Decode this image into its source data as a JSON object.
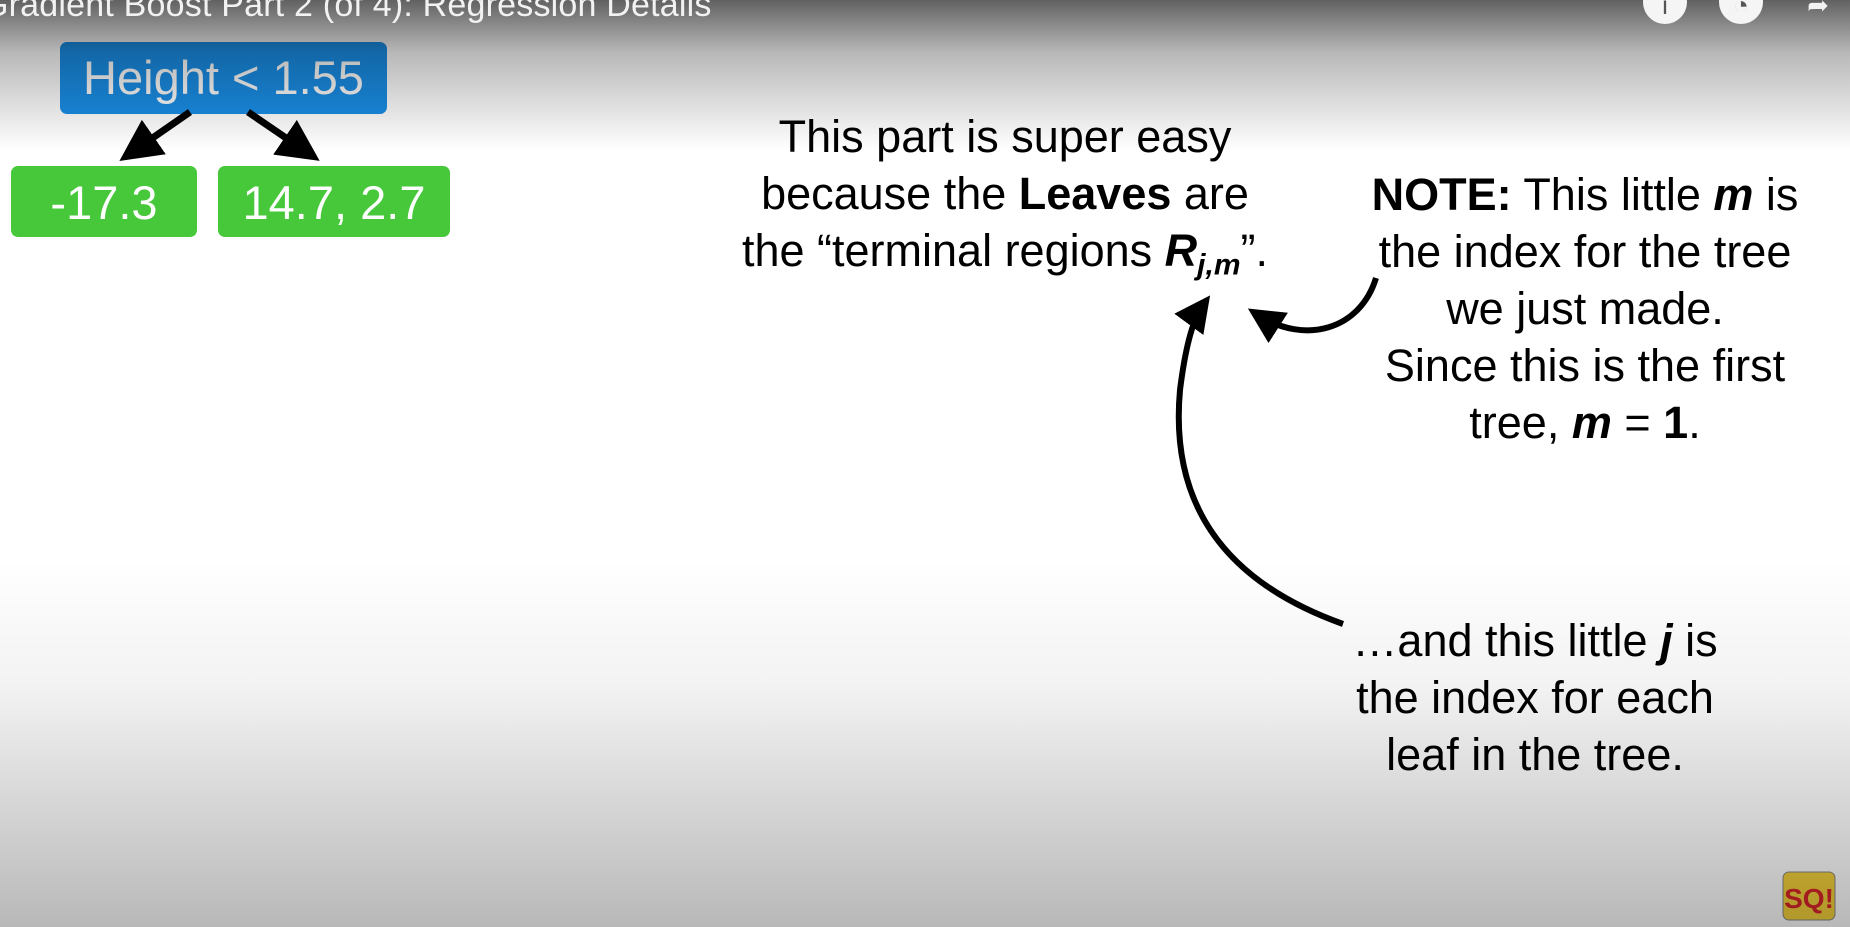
{
  "player": {
    "video_title": "Gradient Boost Part 2 (of 4): Regression Details"
  },
  "tree": {
    "root_label": "Height < 1.55",
    "left_leaf": "-17.3",
    "right_leaf": "14.7, 2.7",
    "root_color": "#1a8fe8",
    "leaf_color": "#46c83a"
  },
  "annotations": {
    "easy": {
      "line1": "This part is super easy",
      "line2_pre": "because the ",
      "line2_bold": "Leaves",
      "line2_post": " are",
      "line3_pre": "the “terminal regions ",
      "symbol": "R",
      "subscript": "j,m",
      "line3_post": "”."
    },
    "note": {
      "label": "NOTE:",
      "line1_mid": " This little ",
      "m": "m",
      "line1_post": " is",
      "line2": "the index for the tree",
      "line3": "we just made.",
      "line4": "Since this is the first",
      "line5_pre": "tree, ",
      "line5_eq": " = ",
      "line5_val": "1",
      "line5_post": "."
    },
    "leaf": {
      "line1_pre": "…and this little ",
      "j": "j",
      "line1_post": " is",
      "line2": "the index for each",
      "line3": "leaf in the tree."
    }
  },
  "logo": {
    "text": "SQ!"
  }
}
